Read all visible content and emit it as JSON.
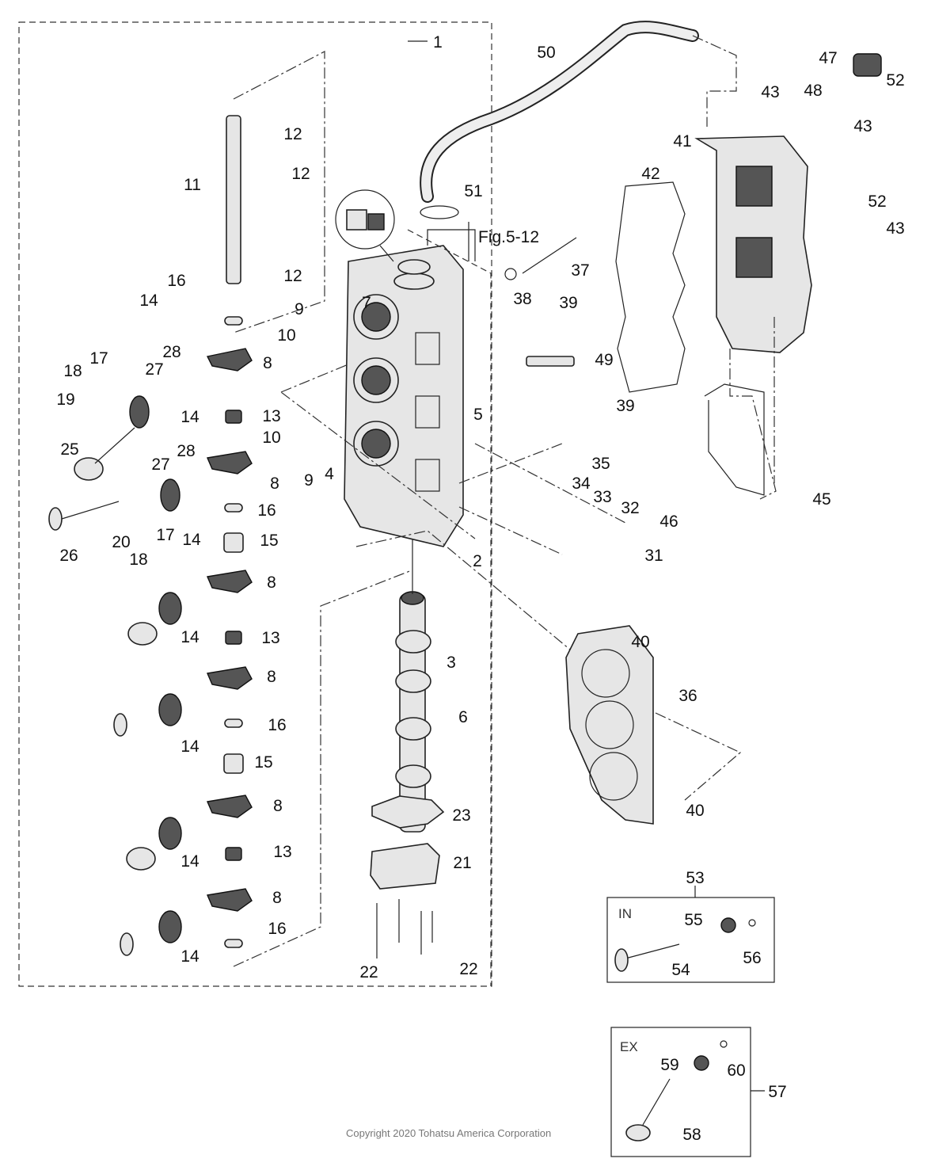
{
  "diagram": {
    "type": "exploded parts diagram",
    "reference": "Fig.5-12",
    "callouts": [
      "1",
      "50",
      "47",
      "52",
      "43",
      "48",
      "43",
      "12",
      "41",
      "12",
      "42",
      "11",
      "51",
      "52",
      "43",
      "37",
      "12",
      "16",
      "7",
      "38",
      "14",
      "9",
      "39",
      "10",
      "28",
      "17",
      "27",
      "8",
      "49",
      "18",
      "19",
      "14",
      "13",
      "5",
      "39",
      "25",
      "10",
      "28",
      "27",
      "35",
      "9",
      "4",
      "8",
      "34",
      "33",
      "32",
      "45",
      "16",
      "46",
      "17",
      "14",
      "15",
      "20",
      "26",
      "18",
      "31",
      "2",
      "8",
      "40",
      "14",
      "13",
      "3",
      "8",
      "36",
      "6",
      "16",
      "14",
      "15",
      "8",
      "40",
      "23",
      "14",
      "13",
      "21",
      "53",
      "8",
      "55",
      "16",
      "56",
      "14",
      "54",
      "22",
      "22",
      "57",
      "59",
      "60",
      "58"
    ],
    "inset_in": {
      "label": "IN"
    },
    "inset_ex": {
      "label": "EX"
    }
  },
  "footer": {
    "copyright": "Copyright 2020 Tohatsu America Corporation"
  }
}
